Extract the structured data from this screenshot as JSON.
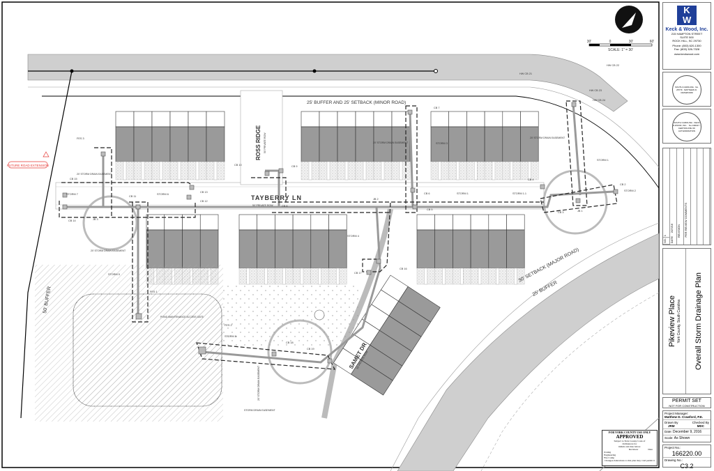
{
  "firm": {
    "name": "Keck & Wood, Inc.",
    "logo_letters": "KW",
    "address1": "215 HAMPTON STREET",
    "address2": "SUITE 500",
    "address3": "ROCK HILL, SC 29730",
    "phone": "Phone: (803) 620-1300",
    "fax": "Fax: (803) 326-7328",
    "web": "www.keckwood.com",
    "brand_color": "#1f3f99"
  },
  "seals": {
    "engineer": "SOUTH CAROLINA · No. 25779 · MATTHEW D. CRAWFORD",
    "company": "SOUTH CAROLINA · KECK & WOOD, INC. · No.C00017 · CERTIFICATE OF AUTHORIZATION"
  },
  "revisions": {
    "headers": [
      "NO.",
      "DATE",
      "REVISION"
    ],
    "rows": [
      {
        "no": "1",
        "date": "2/27/16",
        "revision": "PER REVIEW COMMENTS"
      }
    ]
  },
  "project": {
    "name": "Pikeview Place",
    "location": "York County, South Carolina",
    "sheet_title": "Overall Storm Drainage Plan",
    "permit": "PERMIT SET",
    "permit_note": "NOT FOR CONSTRUCTION",
    "manager_label": "Project Manager:",
    "manager": "Matthew D. Crawford, P.E.",
    "drawn_label": "Drawn By",
    "drawn": "JRM",
    "checked_label": "Checked By",
    "checked": "MDC",
    "date_label": "Date:",
    "date": "December 9, 2016",
    "scale_label": "Scale:",
    "scale": "As Shown",
    "project_no_label": "Project No.:",
    "project_no": "166220.00",
    "drawing_no_label": "Drawing No.:",
    "drawing_no": "C3.2"
  },
  "approval": {
    "header": "FOR YORK COUNTY USE ONLY",
    "status": "APPROVED",
    "line1": "Subject to York County Code of",
    "line2": "Ordinances for",
    "line3": "initials and date below.",
    "col1": "Reviewer",
    "col2": "Date",
    "rows": [
      "Zoning",
      "Engineering",
      "Fire Comp"
    ],
    "footer": "Changes/Alterations to this plan may void permit #"
  },
  "scale_bar": {
    "ticks": [
      "30'",
      "0",
      "30'",
      "60'"
    ],
    "label": "SCALE: 1\" = 30'"
  },
  "plan": {
    "roads": {
      "tayberry": "TAYBERRY LN",
      "tayberry_row": "50' PRIVATE ROW",
      "ross": "ROSS RIDGE",
      "ross_row": "50' PRIVATE ROW",
      "samet": "SAMET DR",
      "samet_row": "50' PRIVATE ROW"
    },
    "notes": {
      "buffer_minor": "25' BUFFER AND 25' SETBACK (MINOR ROAD)",
      "setback_major": "30' SETBACK (MAJOR ROAD)",
      "buffer_25": "25' BUFFER",
      "buffer_50": "50' BUFFER",
      "future_road": "FUTURE ROAD EXTENSION",
      "pond_gate": "POND MAINTENANCE ACCESS GATE",
      "easement_20": "20' STORM DRAIN EASEMENT",
      "easement": "STORM DRAIN EASEMENT"
    },
    "structures": {
      "cb1": "CB 1",
      "cb2": "CB 2",
      "cb3": "CB 3",
      "cb4": "CB 4",
      "cb5": "CB 5",
      "cb6": "CB 6",
      "cb7": "CB 7",
      "cb8": "CB 8",
      "cb9": "CB 9",
      "cb10": "CB 10",
      "cb11": "CB 11",
      "cb12": "CB 12",
      "cb13": "CB 13",
      "cb14": "CB 14",
      "cb15": "CB 15",
      "cb16": "CB 16",
      "cb17": "CB 17",
      "cb18": "CB 18",
      "cb19": "CB 19",
      "jb1": "JB 1",
      "jb2": "JB 2",
      "jb3": "JB 3",
      "fes1": "FES 1",
      "fes2": "FES 2",
      "fes3": "FES 3",
      "hwcb21": "HW CB 21",
      "hwcb22": "HW CB 22",
      "hwcb23": "HW CB 23",
      "hwcb24": "HW CB 24"
    },
    "storm": {
      "s1": "STORM 1",
      "s11": "STORM 1.1",
      "s2": "STORM 2",
      "s3": "STORM 3",
      "s4": "STORM 4",
      "s5": "STORM 5",
      "s6": "STORM 6",
      "s7": "STORM 7",
      "s8": "STORM 8"
    },
    "colors": {
      "building": "#9a9a9a",
      "road": "#c8c8c8",
      "future_road": "#e53935"
    }
  }
}
